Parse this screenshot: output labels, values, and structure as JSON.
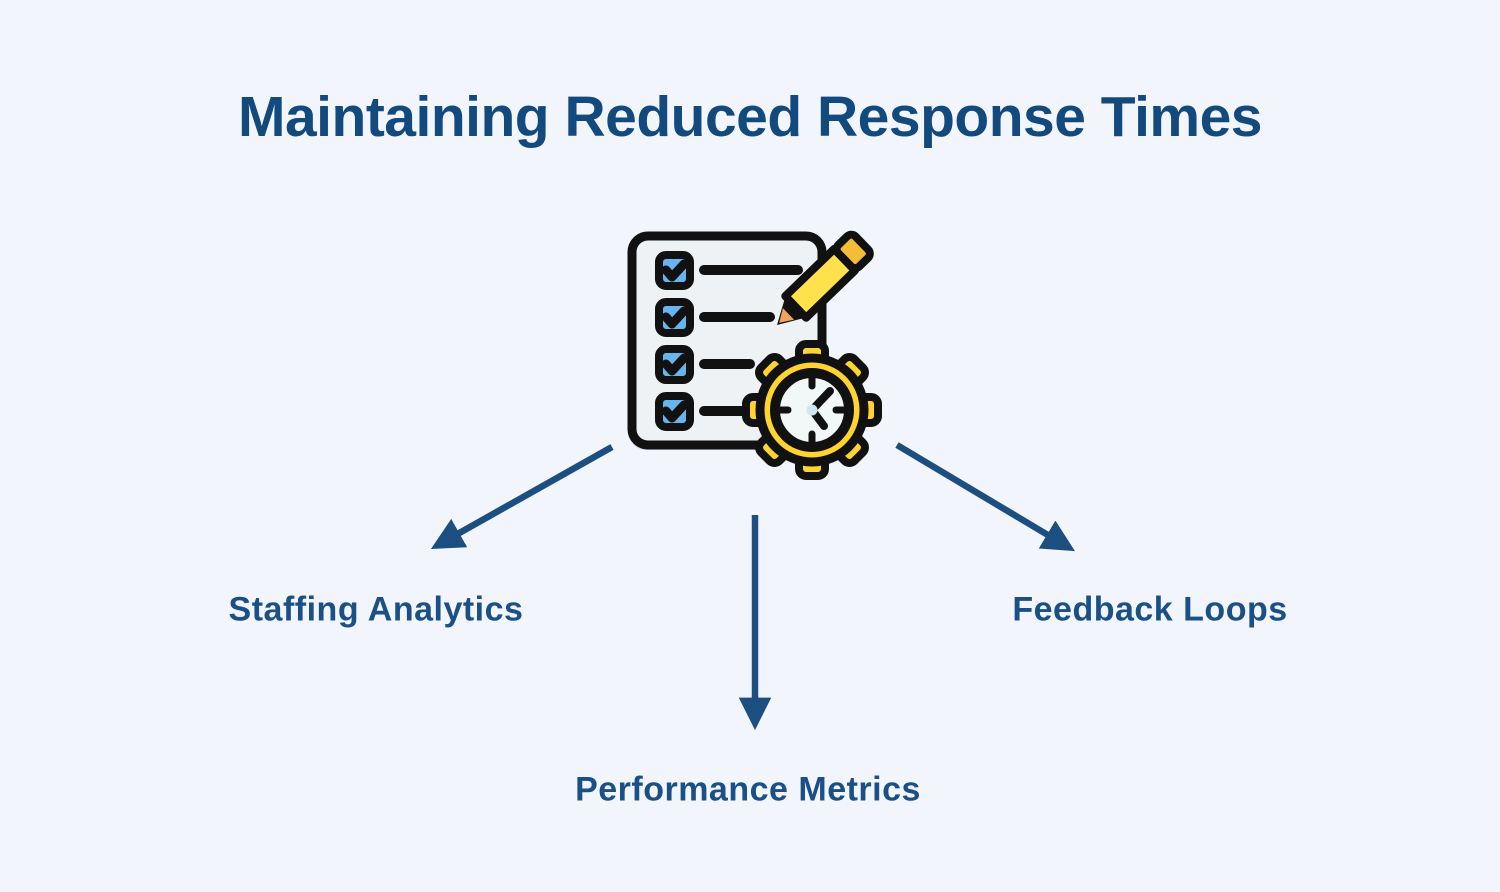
{
  "title": "Maintaining Reduced Response Times",
  "center_icon": "checklist-with-pencil-and-clock-gear-icon",
  "nodes": [
    {
      "id": "staffing-analytics",
      "label": "Staffing Analytics"
    },
    {
      "id": "performance-metrics",
      "label": "Performance Metrics"
    },
    {
      "id": "feedback-loops",
      "label": "Feedback Loops"
    }
  ],
  "colors": {
    "background": "#f2f5fc",
    "title_text": "#134a7e",
    "node_text": "#1b5087",
    "arrow": "#1c4e80",
    "icon_outline": "#111111",
    "icon_paper": "#eef2f4",
    "icon_paper_shadow": "#c7ccd1",
    "icon_yellow": "#ffd42e",
    "icon_pencil_yellow": "#ffe14d",
    "icon_pencil_cap": "#f5bc38",
    "icon_checkbox_blue": "#67b5ee",
    "icon_tip_orange": "#f0a35e",
    "icon_clock_face": "#f2f7f8",
    "icon_center_dot": "#cde8f0"
  }
}
